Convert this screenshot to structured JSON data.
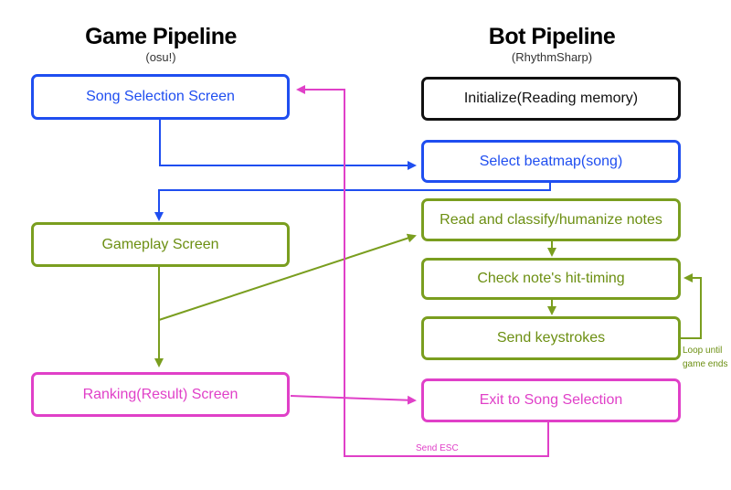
{
  "game": {
    "title": "Game Pipeline",
    "subtitle": "(osu!)",
    "song_selection": "Song Selection Screen",
    "gameplay": "Gameplay Screen",
    "ranking": "Ranking(Result) Screen"
  },
  "bot": {
    "title": "Bot Pipeline",
    "subtitle": "(RhythmSharp)",
    "initialize": "Initialize(Reading memory)",
    "select_beatmap": "Select beatmap(song)",
    "read_classify": "Read and classify/humanize notes",
    "check_timing": "Check note's hit-timing",
    "send_keystrokes": "Send keystrokes",
    "exit_song_selection": "Exit to Song Selection"
  },
  "notes": {
    "loop_line1": "Loop until",
    "loop_line2": "game ends",
    "send_esc": "Send ESC"
  },
  "colors": {
    "blue": "#1f4ef0",
    "green": "#7a9e1f",
    "pink": "#e040c8",
    "black": "#111111"
  }
}
